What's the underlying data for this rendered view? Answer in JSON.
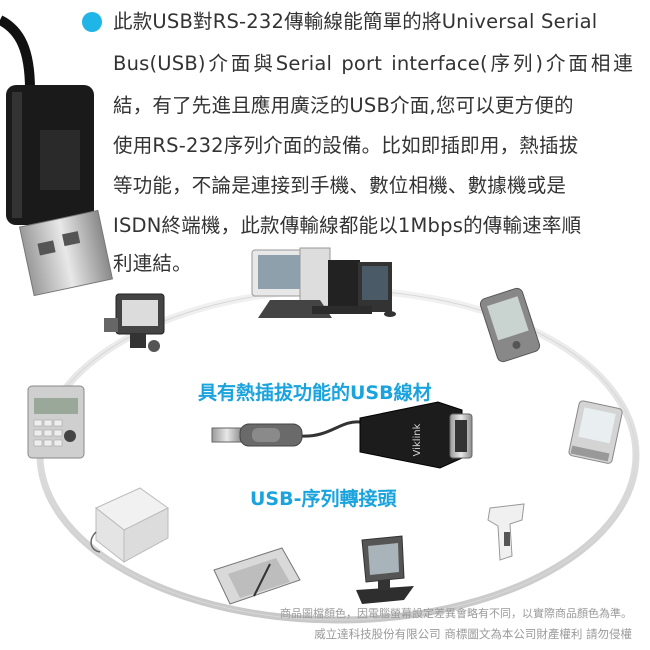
{
  "description": {
    "lines": [
      "此款USB對RS-232傳輸線能簡單的將Universal Serial",
      "Bus(USB)介面與Serial port interface(序列)介面相連",
      "結，有了先進且應用廣泛的USB介面,您可以更方便的",
      "使用RS-232序列介面的設備。比如即插即用，熱插拔",
      "等功能，不論是連接到手機、數位相機、數據機或是",
      "ISDN終端機，此款傳輸線都能以1Mbps的傳輸速率順",
      "利連結。"
    ]
  },
  "product_labels": {
    "hotplug_cable": "具有熱插拔功能的USB線材",
    "usb_serial_adapter": "USB-序列轉接頭",
    "adapter_brand": "Viklink"
  },
  "footer": {
    "color_notice": "商品圖檔顏色，因電腦螢幕設定差異會略有不同，以實際商品顏色為準。",
    "copyright": "威立達科技股份有限公司  商標圖文為本公司財產權利    請勿侵權"
  },
  "devices": [
    "usb-plug-icon",
    "desktop-computers-icon",
    "pda-icon",
    "floodlight-icon",
    "pos-terminal-icon",
    "pocket-pc-icon",
    "router-box-icon",
    "graphics-tablet-icon",
    "pos-monitor-icon",
    "barcode-scanner-icon"
  ],
  "colors": {
    "accent": "#1fb5e6",
    "label": "#1aa3dd"
  }
}
